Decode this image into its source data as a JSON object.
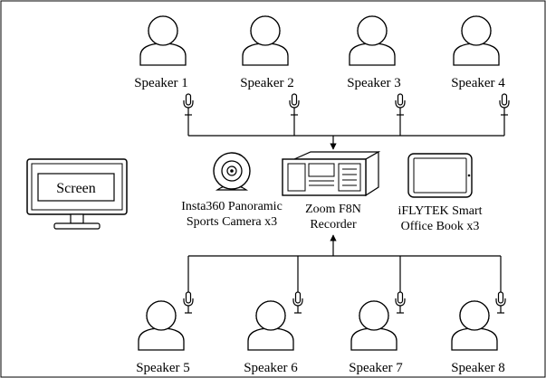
{
  "screen": {
    "label": "Screen"
  },
  "top_speakers": [
    {
      "label": "Speaker 1"
    },
    {
      "label": "Speaker 2"
    },
    {
      "label": "Speaker 3"
    },
    {
      "label": "Speaker 4"
    }
  ],
  "bottom_speakers": [
    {
      "label": "Speaker 5"
    },
    {
      "label": "Speaker 6"
    },
    {
      "label": "Speaker 7"
    },
    {
      "label": "Speaker 8"
    }
  ],
  "camera": {
    "line1": "Insta360 Panoramic",
    "line2": "Sports Camera x3"
  },
  "recorder": {
    "line1": "Zoom F8N",
    "line2": "Recorder"
  },
  "tablet": {
    "line1": "iFLYTEK Smart",
    "line2": "Office Book x3"
  },
  "icons": [
    "person-icon",
    "microphone-icon",
    "monitor-icon",
    "webcam-icon",
    "recorder-icon",
    "tablet-icon"
  ]
}
